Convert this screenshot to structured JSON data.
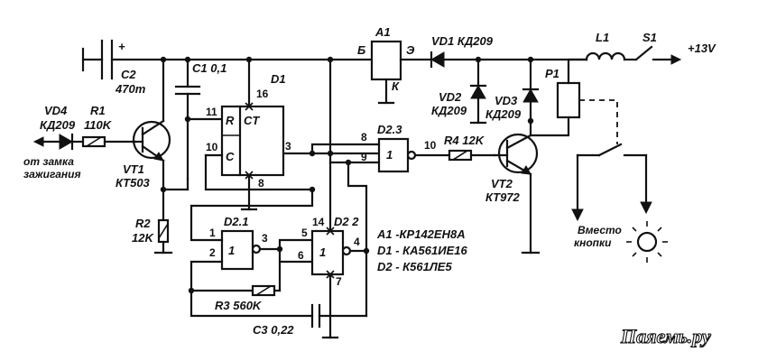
{
  "labels": {
    "c2_name": "C2",
    "c2_value": "470m",
    "c1": "C1 0,1",
    "d1": "D1",
    "a1": "A1",
    "a1_b": "Б",
    "a1_e": "Э",
    "a1_k": "К",
    "vd1": "VD1 КД209",
    "l1": "L1",
    "s1": "S1",
    "supply": "+13V",
    "p1": "P1",
    "vd2_name": "VD2",
    "vd2_type": "КД209",
    "vd3_name": "VD3",
    "vd3_type": "КД209",
    "vd4_name": "VD4",
    "vd4_type": "КД209",
    "r1_name": "R1",
    "r1_value": "110K",
    "input_line1": "от замка",
    "input_line2": "зажигания",
    "vt1_name": "VT1",
    "vt1_type": "КТ503",
    "r2_name": "R2",
    "r2_value": "12K",
    "d23": "D2.3",
    "r4": "R4 12K",
    "vt2_name": "VT2",
    "vt2_type": "КТ972",
    "d21": "D2.1",
    "d22": "D2 2",
    "r3": "R3 560K",
    "c3": "C3 0,22",
    "parts_a1": "A1 -КР142ЕН8А",
    "parts_d1": "D1 - КА561ИЕ16",
    "parts_d2": "D2 - К561ЛЕ5",
    "lamp_line1": "Вместо",
    "lamp_line2": "кнопки",
    "plus": "+",
    "gate_one": "1",
    "counter_r": "R",
    "counter_ct": "CT",
    "counter_c": "C",
    "watermark": "Паяемь.ру"
  },
  "pins": {
    "d1_11": "11",
    "d1_10": "10",
    "d1_16": "16",
    "d1_3": "3",
    "d1_8": "8",
    "d23_8": "8",
    "d23_9": "9",
    "d23_10": "10",
    "d21_1": "1",
    "d21_2": "2",
    "d21_3": "3",
    "d22_5": "5",
    "d22_6": "6",
    "d22_4": "4",
    "d22_14": "14",
    "d22_7": "7"
  },
  "colors": {
    "ink": "#111111",
    "paper": "#ffffff"
  }
}
